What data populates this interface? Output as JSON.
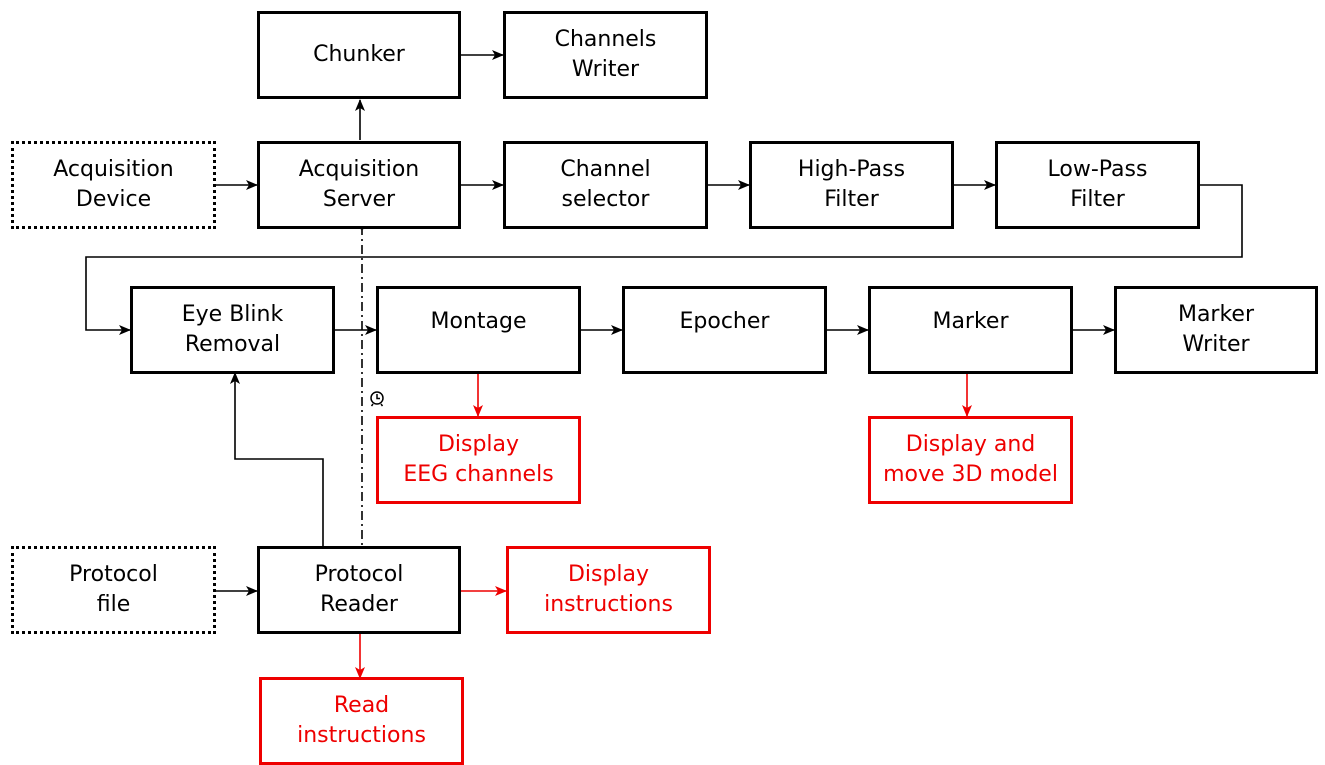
{
  "nodes": {
    "chunker": "Chunker",
    "channels_writer": "Channels\nWriter",
    "acquisition_device": "Acquisition\nDevice",
    "acquisition_server": "Acquisition\nServer",
    "channel_selector": "Channel\nselector",
    "high_pass_filter": "High-Pass\nFilter",
    "low_pass_filter": "Low-Pass\nFilter",
    "eye_blink_removal": "Eye Blink\nRemoval",
    "montage": "Montage",
    "epocher": "Epocher",
    "marker": "Marker",
    "marker_writer": "Marker\nWriter",
    "display_eeg_channels": "Display\nEEG channels",
    "display_3d_model": "Display and\nmove 3D model",
    "protocol_file": "Protocol\nfile",
    "protocol_reader": "Protocol\nReader",
    "display_instructions": "Display\ninstructions",
    "read_instructions": "Read\ninstructions"
  },
  "colors": {
    "line": "#000000",
    "highlight": "#ee0000"
  },
  "icons": {
    "sync_link": "clock-icon"
  }
}
